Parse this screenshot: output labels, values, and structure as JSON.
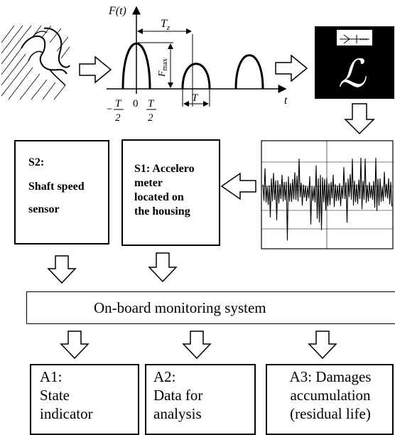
{
  "pulse_chart": {
    "y_label": "F(t)",
    "period_label": "T",
    "period_sub": "z",
    "amplitude_label": "F",
    "amplitude_sub": "max",
    "width_label": "T",
    "t_axis_label": "t",
    "tick_minus_sign": "−",
    "tick_T": "T",
    "tick_2": "2",
    "tick_zero": "0"
  },
  "laplace_symbol": "ℒ",
  "sensors": {
    "s2": {
      "lines": [
        "S2:",
        "Shaft speed",
        "sensor"
      ]
    },
    "s1": {
      "lines": [
        "S1: Accelero",
        "meter",
        "located on",
        "the housing"
      ]
    }
  },
  "monitoring_system_label": "On-board monitoring system",
  "outputs": [
    {
      "lines": [
        "A1:",
        "State",
        "indicator"
      ]
    },
    {
      "lines": [
        "A2:",
        "Data for",
        "analysis"
      ]
    },
    {
      "lines": [
        "A3: Damages",
        "accumulation",
        "(residual life)"
      ]
    }
  ]
}
